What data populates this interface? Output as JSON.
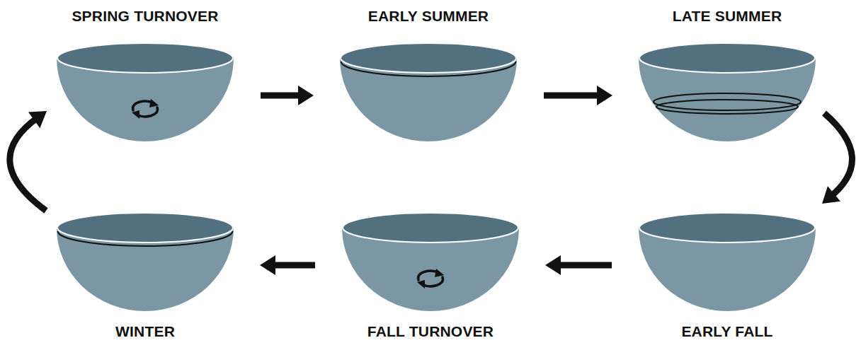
{
  "diagram": {
    "nodes": [
      {
        "text": [
          "SPRING TURNOVER"
        ]
      },
      {
        "text": [
          "EARLY SUMMER"
        ]
      },
      {
        "text": [
          "LATE SUMMER"
        ]
      },
      {
        "text": [
          "WINTER"
        ]
      },
      {
        "text": [
          "FALL TURNOVER"
        ]
      },
      {
        "text": [
          "EARLY FALL"
        ]
      }
    ],
    "edges": [
      {
        "from": 0,
        "to": 1,
        "arrow": "to"
      },
      {
        "from": 1,
        "to": 2,
        "arrow": "to"
      },
      {
        "from": 2,
        "to": 5,
        "arrow": "to"
      },
      {
        "from": 5,
        "to": 4,
        "arrow": "to"
      },
      {
        "from": 4,
        "to": 3,
        "arrow": "to"
      },
      {
        "from": 3,
        "to": 0,
        "arrow": "to"
      }
    ]
  }
}
